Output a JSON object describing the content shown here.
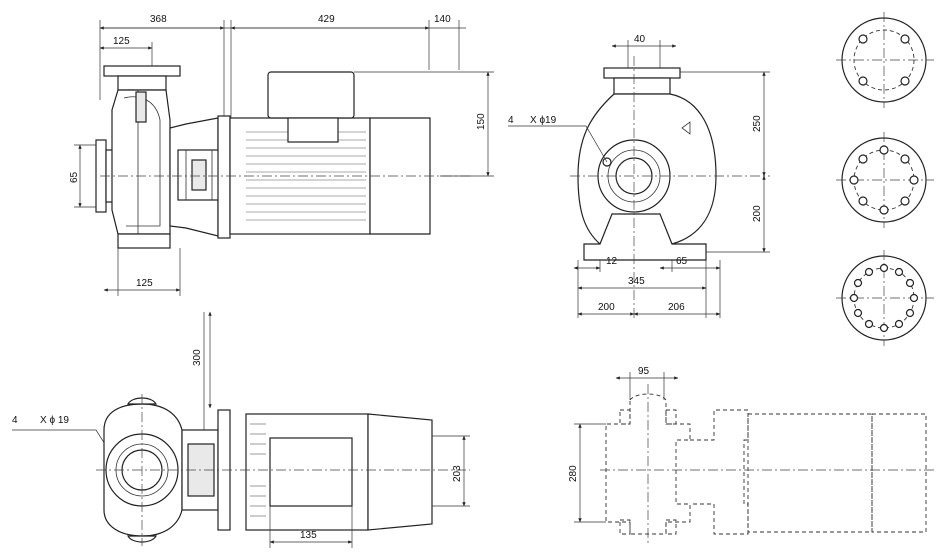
{
  "dimensions": {
    "side_view": {
      "length_pump": "368",
      "length_motor": "429",
      "length_fan": "140",
      "flange_offset": "125",
      "suction_diameter": "65",
      "base_width": "125",
      "motor_box_height": "150"
    },
    "front_view": {
      "discharge_dn": "40",
      "holes": "4",
      "hole_label": "X ϕ19",
      "height_upper": "250",
      "height_lower": "200",
      "foot_a": "12",
      "foot_b": "65",
      "foot_span": "345",
      "width_left": "200",
      "width_right": "206"
    },
    "top_view": {
      "holes": "4",
      "hole_label": "X ϕ 19",
      "height": "300",
      "motor_width": "203",
      "box_width": "135"
    },
    "outline_view": {
      "width_top": "95",
      "height": "280"
    }
  }
}
